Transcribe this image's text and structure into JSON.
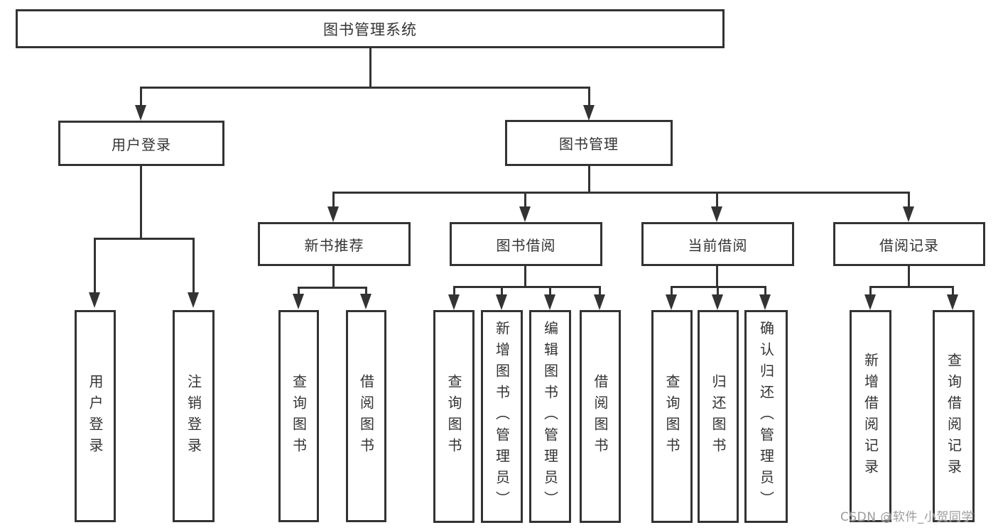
{
  "diagram_type": "hierarchy-tree",
  "root": {
    "label": "图书管理系统"
  },
  "branches": [
    {
      "label": "用户登录",
      "leaves": [
        {
          "label": "用户登录"
        },
        {
          "label": "注销登录"
        }
      ]
    },
    {
      "label": "图书管理",
      "sections": [
        {
          "label": "新书推荐",
          "leaves": [
            {
              "label": "查询图书"
            },
            {
              "label": "借阅图书"
            }
          ]
        },
        {
          "label": "图书借阅",
          "leaves": [
            {
              "label": "查询图书"
            },
            {
              "label": "新增图书（管理员）"
            },
            {
              "label": "编辑图书（管理员）"
            },
            {
              "label": "借阅图书"
            }
          ]
        },
        {
          "label": "当前借阅",
          "leaves": [
            {
              "label": "查询图书"
            },
            {
              "label": "归还图书"
            },
            {
              "label": "确认归还（管理员）"
            }
          ]
        },
        {
          "label": "借阅记录",
          "leaves": [
            {
              "label": "新增借阅记录"
            },
            {
              "label": "查询借阅记录"
            }
          ]
        }
      ]
    }
  ],
  "watermark": "CSDN @软件_小贺同学",
  "colors": {
    "line": "#333333",
    "box_border": "#333333",
    "text": "#333333",
    "watermark": "#9c9c9c",
    "background": "#ffffff"
  }
}
